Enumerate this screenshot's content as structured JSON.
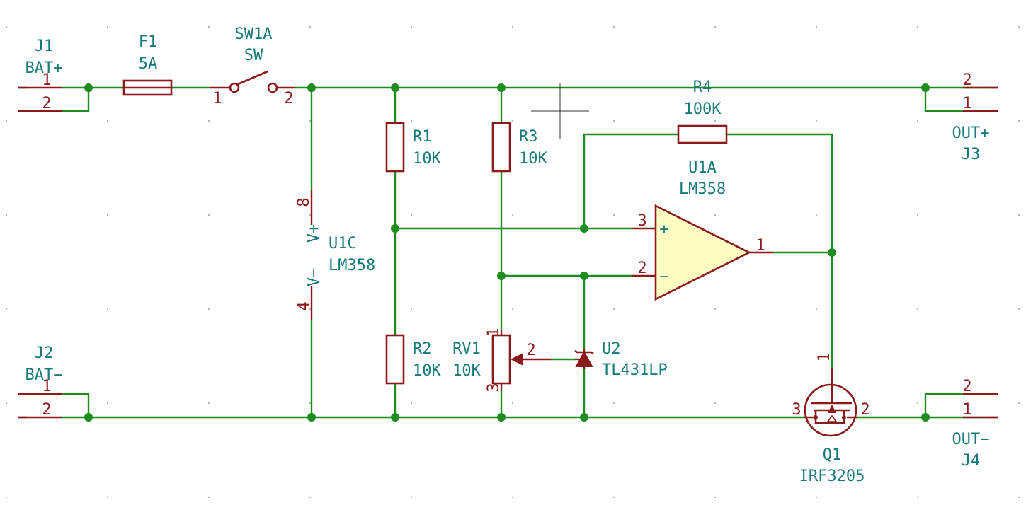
{
  "components": {
    "J1": {
      "ref": "J1",
      "value": "BAT+",
      "pins": [
        "1",
        "2"
      ]
    },
    "J2": {
      "ref": "J2",
      "value": "BAT−",
      "pins": [
        "1",
        "2"
      ]
    },
    "J3": {
      "ref": "J3",
      "value": "OUT+",
      "pins": [
        "2",
        "1"
      ]
    },
    "J4": {
      "ref": "J4",
      "value": "OUT−",
      "pins": [
        "2",
        "1"
      ]
    },
    "F1": {
      "ref": "F1",
      "value": "5A"
    },
    "SW1A": {
      "ref": "SW1A",
      "value": "SW",
      "pins": [
        "1",
        "2"
      ]
    },
    "R1": {
      "ref": "R1",
      "value": "10K"
    },
    "R2": {
      "ref": "R2",
      "value": "10K"
    },
    "R3": {
      "ref": "R3",
      "value": "10K"
    },
    "R4": {
      "ref": "R4",
      "value": "100K"
    },
    "RV1": {
      "ref": "RV1",
      "value": "10K",
      "pins": [
        "1",
        "2",
        "3"
      ]
    },
    "U1A": {
      "ref": "U1A",
      "value": "LM358",
      "pins": [
        "3",
        "2",
        "1"
      ],
      "plus": "+",
      "minus": "−"
    },
    "U1C": {
      "ref": "U1C",
      "value": "LM358",
      "pins": [
        "8",
        "4"
      ],
      "vplus": "V+",
      "vminus": "V−"
    },
    "U2": {
      "ref": "U2",
      "value": "TL431LP"
    },
    "Q1": {
      "ref": "Q1",
      "value": "IRF3205",
      "pins": [
        "1",
        "3",
        "2"
      ]
    }
  },
  "colors": {
    "wire": "#1e8c1e",
    "symbol": "#8b1a1a",
    "label": "#177a7a",
    "opamp_fill": "#fffcc4"
  }
}
